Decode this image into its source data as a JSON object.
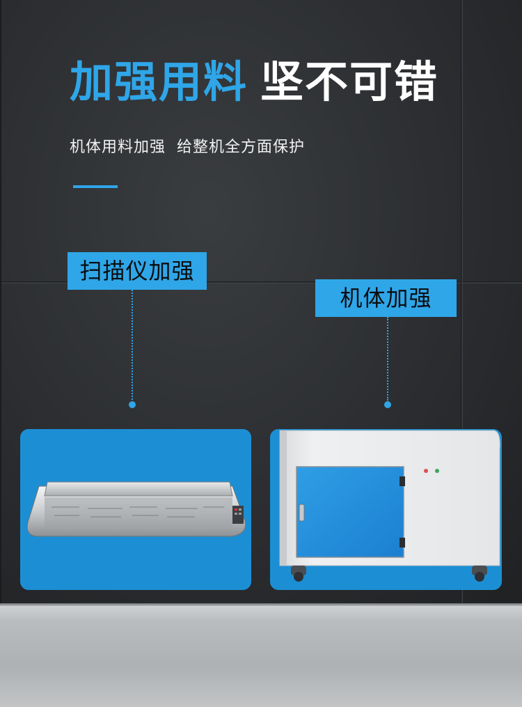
{
  "heading": {
    "blue_text": "加强用料",
    "white_text": "坚不可错",
    "subtitle": "机体用料加强  给整机全方面保护"
  },
  "callouts": {
    "left_label": "扫描仪加强",
    "right_label": "机体加强"
  },
  "colors": {
    "accent": "#2fa6e8",
    "card": "#1c8fd4",
    "background": "#2b2d30"
  },
  "illustrations": {
    "left": "wide-format-scanner",
    "right": "machine-cabinet"
  }
}
